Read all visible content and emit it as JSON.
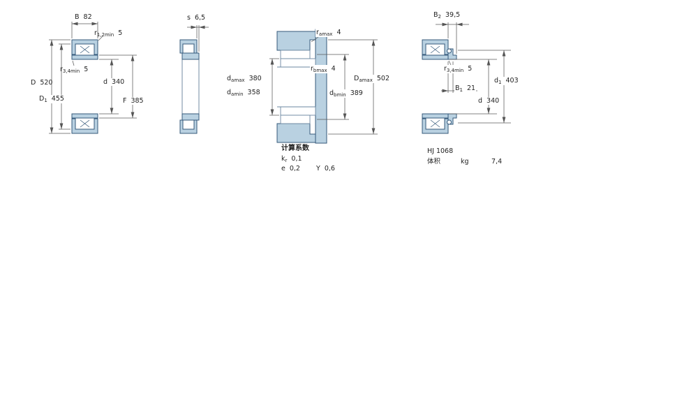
{
  "page": {
    "background": "#ffffff"
  },
  "colors": {
    "ring_fill": "#b9d1e1",
    "ring_stroke": "#35597a",
    "dim_line": "#5a5a5a",
    "text": "#1f1f1f"
  },
  "fig1": {
    "name": "bearing cross-section",
    "dims": {
      "B": {
        "base": "B",
        "sub": "",
        "value": "82"
      },
      "r12": {
        "base": "r",
        "sub": "1,2min",
        "value": "5"
      },
      "r34": {
        "base": "r",
        "sub": "3,4min",
        "value": "5"
      },
      "D": {
        "base": "D",
        "sub": "",
        "value": "520"
      },
      "D1": {
        "base": "D",
        "sub": "1",
        "value": "455"
      },
      "d": {
        "base": "d",
        "sub": "",
        "value": "340"
      },
      "F": {
        "base": "F",
        "sub": "",
        "value": "385"
      }
    }
  },
  "fig2": {
    "name": "axial displacement view",
    "dims": {
      "s": {
        "base": "s",
        "sub": "",
        "value": "6,5"
      }
    }
  },
  "fig3": {
    "name": "abutment and fillet dimensions",
    "dims": {
      "ra": {
        "base": "r",
        "sub": "amax",
        "value": "4"
      },
      "rb": {
        "base": "r",
        "sub": "bmax",
        "value": "4"
      },
      "damax": {
        "base": "d",
        "sub": "amax",
        "value": "380"
      },
      "damin": {
        "base": "d",
        "sub": "amin",
        "value": "358"
      },
      "Damax": {
        "base": "D",
        "sub": "amax",
        "value": "502"
      },
      "dbmin": {
        "base": "d",
        "sub": "bmin",
        "value": "389"
      }
    },
    "calc": {
      "title": "计算系数",
      "kr": {
        "base": "k",
        "sub": "r",
        "value": "0,1"
      },
      "e": {
        "base": "e",
        "sub": "",
        "value": "0,2"
      },
      "Y": {
        "base": "Y",
        "sub": "",
        "value": "0,6"
      }
    }
  },
  "fig4": {
    "name": "bearing with HJ angle ring",
    "dims": {
      "B2": {
        "base": "B",
        "sub": "2",
        "value": "39,5"
      },
      "r34": {
        "base": "r",
        "sub": "3,4min",
        "value": "5"
      },
      "B1": {
        "base": "B",
        "sub": "1",
        "value": "21"
      },
      "d1": {
        "base": "d",
        "sub": "1",
        "value": "403"
      },
      "d": {
        "base": "d",
        "sub": "",
        "value": "340"
      }
    },
    "info": {
      "designation": "HJ 1068",
      "mass_label": "体积",
      "mass_unit": "kg",
      "mass_value": "7,4"
    }
  }
}
